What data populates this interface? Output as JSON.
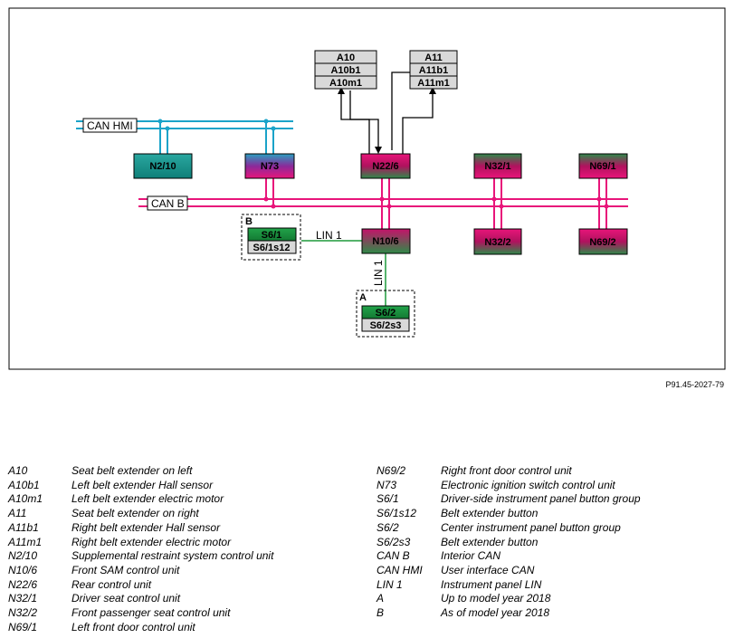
{
  "diagram": {
    "nodes": {
      "a10": "A10",
      "a10b1": "A10b1",
      "a10m1": "A10m1",
      "a11": "A11",
      "a11b1": "A11b1",
      "a11m1": "A11m1",
      "n2_10": "N2/10",
      "n73": "N73",
      "n22_6": "N22/6",
      "n32_1": "N32/1",
      "n69_1": "N69/1",
      "n10_6": "N10/6",
      "n32_2": "N32/2",
      "n69_2": "N69/2",
      "s6_1": "S6/1",
      "s6_1s12": "S6/1s12",
      "s6_2": "S6/2",
      "s6_2s3": "S6/2s3"
    },
    "bus_labels": {
      "can_hmi": "CAN HMI",
      "can_b": "CAN B",
      "lin1_h": "LIN 1",
      "lin1_v": "LIN 1"
    },
    "group_labels": {
      "a": "A",
      "b": "B"
    },
    "colors": {
      "can_hmi": "#1aa3c9",
      "can_b": "#e8157a",
      "lin": "#1e9a3c",
      "gray": "#d9d9d9"
    }
  },
  "reference": "P91.45-2027-79",
  "legend_left": [
    {
      "code": "A10",
      "desc": "Seat belt extender on left"
    },
    {
      "code": "A10b1",
      "desc": "Left belt extender Hall sensor"
    },
    {
      "code": "A10m1",
      "desc": "Left belt extender electric motor"
    },
    {
      "code": "A11",
      "desc": "Seat belt extender on right"
    },
    {
      "code": "A11b1",
      "desc": "Right belt extender Hall sensor"
    },
    {
      "code": "A11m1",
      "desc": "Right belt extender electric motor"
    },
    {
      "code": "N2/10",
      "desc": "Supplemental restraint system control unit"
    },
    {
      "code": "N10/6",
      "desc": "Front SAM control unit"
    },
    {
      "code": "N22/6",
      "desc": "Rear control unit"
    },
    {
      "code": "N32/1",
      "desc": "Driver seat control unit"
    },
    {
      "code": "N32/2",
      "desc": "Front passenger seat control unit"
    },
    {
      "code": "N69/1",
      "desc": "Left front door control unit"
    }
  ],
  "legend_right": [
    {
      "code": "N69/2",
      "desc": "Right front door control unit"
    },
    {
      "code": "N73",
      "desc": "Electronic ignition switch control unit"
    },
    {
      "code": "S6/1",
      "desc": "Driver-side instrument panel button group"
    },
    {
      "code": "S6/1s12",
      "desc": "Belt extender button"
    },
    {
      "code": "S6/2",
      "desc": "Center instrument panel button group"
    },
    {
      "code": "S6/2s3",
      "desc": "Belt extender button"
    },
    {
      "code": "CAN B",
      "desc": "Interior CAN"
    },
    {
      "code": "CAN HMI",
      "desc": "User interface CAN"
    },
    {
      "code": "LIN 1",
      "desc": "Instrument panel LIN"
    },
    {
      "code": "A",
      "desc": "Up to model year 2018"
    },
    {
      "code": "B",
      "desc": "As of model year 2018"
    }
  ]
}
